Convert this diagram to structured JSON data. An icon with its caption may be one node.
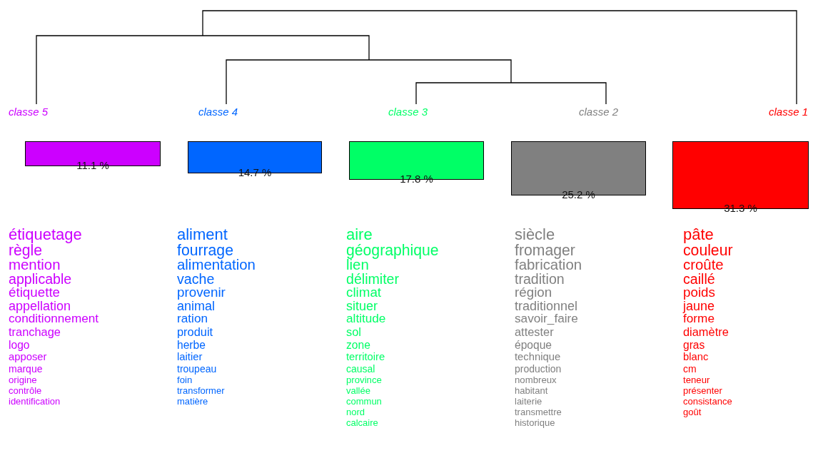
{
  "diagram": {
    "nodes": [
      {
        "text": [
          "classe  5"
        ]
      },
      {
        "text": [
          "classe  4"
        ]
      },
      {
        "text": [
          "classe  3"
        ]
      },
      {
        "text": [
          "classe  2"
        ]
      },
      {
        "text": [
          "classe  1"
        ]
      },
      {
        "text": [
          "11.1 %"
        ],
        "beside": [
          "étiquetage",
          "règle",
          "mention",
          "applicable",
          "étiquette",
          "appellation",
          "conditionnement",
          "tranchage",
          "logo",
          "apposer",
          "marque",
          "origine",
          "contrôle",
          "identification"
        ]
      },
      {
        "text": [
          "14.7 %"
        ],
        "beside": [
          "aliment",
          "fourrage",
          "alimentation",
          "vache",
          "provenir",
          "animal",
          "ration",
          "produit",
          "herbe",
          "laitier",
          "troupeau",
          "foin",
          "transformer",
          "matière"
        ]
      },
      {
        "text": [
          "17.8 %"
        ],
        "beside": [
          "aire",
          "géographique",
          "lien",
          "délimiter",
          "climat",
          "situer",
          "altitude",
          "sol",
          "zone",
          "territoire",
          "causal",
          "province",
          "vallée",
          "commun",
          "nord",
          "calcaire"
        ]
      },
      {
        "text": [
          "25.2 %"
        ],
        "beside": [
          "siècle",
          "fromager",
          "fabrication",
          "tradition",
          "région",
          "traditionnel",
          "savoir_faire",
          "attester",
          "époque",
          "technique",
          "production",
          "nombreux",
          "habitant",
          "laiterie",
          "transmettre",
          "historique"
        ]
      },
      {
        "text": [
          "31.3 %"
        ],
        "beside": [
          "pâte",
          "couleur",
          "croûte",
          "caillé",
          "poids",
          "jaune",
          "forme",
          "diamètre",
          "gras",
          "blanc",
          "cm",
          "teneur",
          "présenter",
          "consistance",
          "goût"
        ]
      }
    ]
  }
}
